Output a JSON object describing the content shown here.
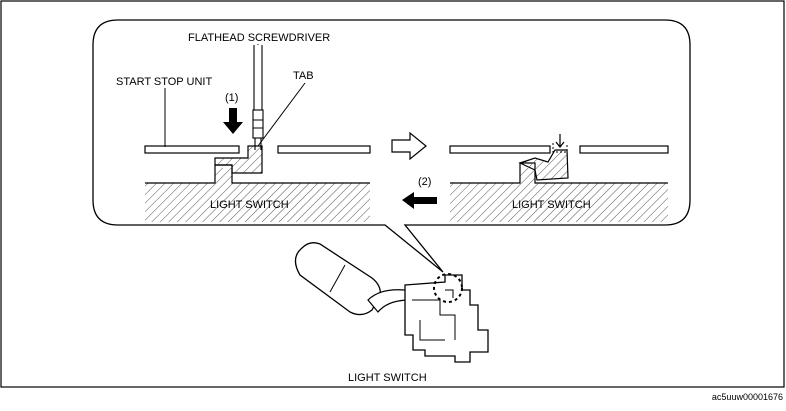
{
  "labels": {
    "flathead_screwdriver": "FLATHEAD SCREWDRIVER",
    "start_stop_unit": "START STOP UNIT",
    "tab": "TAB",
    "step_1": "(1)",
    "step_2": "(2)",
    "light_switch_left": "LIGHT SWITCH",
    "light_switch_right": "LIGHT SWITCH",
    "light_switch_bottom": "LIGHT SWITCH"
  },
  "figure_code": "ac5uuw00001676",
  "icons": {
    "push_arrow": "down-arrow-icon",
    "transition_arrow": "right-outline-arrow-icon",
    "release_arrow": "left-arrow-icon",
    "detail_circle": "dashed-circle-icon"
  }
}
